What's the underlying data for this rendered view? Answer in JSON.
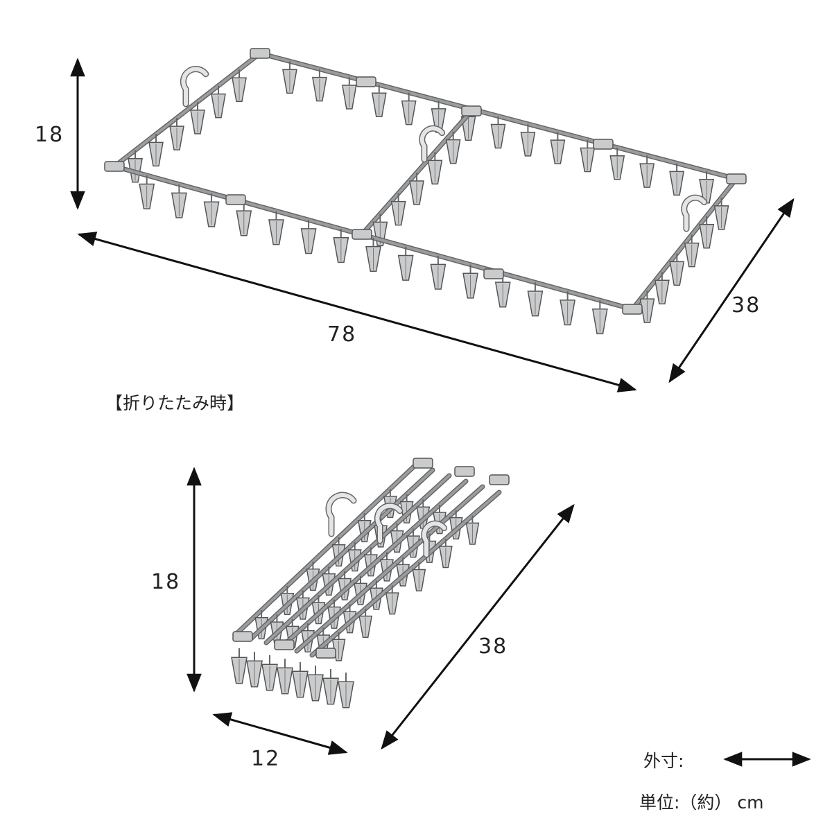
{
  "expanded": {
    "height_label": "18",
    "length_label": "78",
    "depth_label": "38"
  },
  "folded": {
    "caption": "【折りたたみ時】",
    "height_label": "18",
    "depth_label": "38",
    "width_label": "12"
  },
  "legend": {
    "outer_dimension_label": "外寸:",
    "unit_label": "単位:（約） cm"
  },
  "colors": {
    "arrow": "#111111",
    "rail": "#9a9da0",
    "part": "#c9cbcd"
  }
}
